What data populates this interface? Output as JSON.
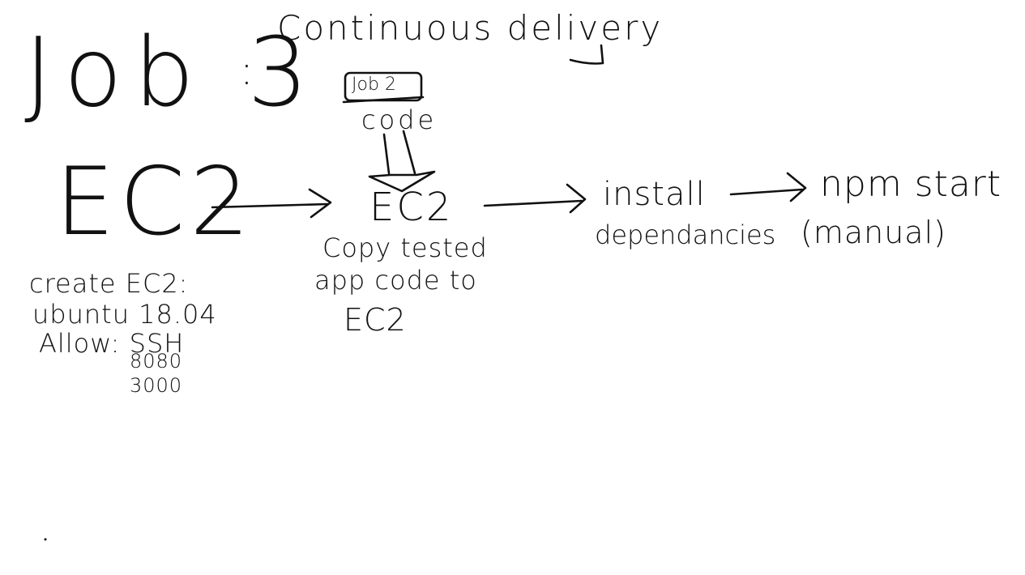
{
  "header": {
    "title": "Job 3",
    "separator": ":",
    "subtitle": "Continuous delivery"
  },
  "nodes": {
    "source_ec2": {
      "label": "EC2",
      "notes": [
        "create EC2:",
        "ubuntu 18.04",
        "Allow: SSH"
      ],
      "ports": [
        "8080",
        "3000"
      ]
    },
    "job2": {
      "label": "Job 2",
      "caption": "code"
    },
    "target_ec2": {
      "label": "EC2",
      "caption_lines": [
        "Copy tested",
        "app code to",
        "EC2"
      ]
    },
    "install": {
      "lines": [
        "install",
        "dependancies"
      ]
    },
    "npm": {
      "lines": [
        "npm start",
        "(manual)"
      ]
    }
  },
  "colors": {
    "ink": "#111111",
    "background": "#ffffff"
  }
}
